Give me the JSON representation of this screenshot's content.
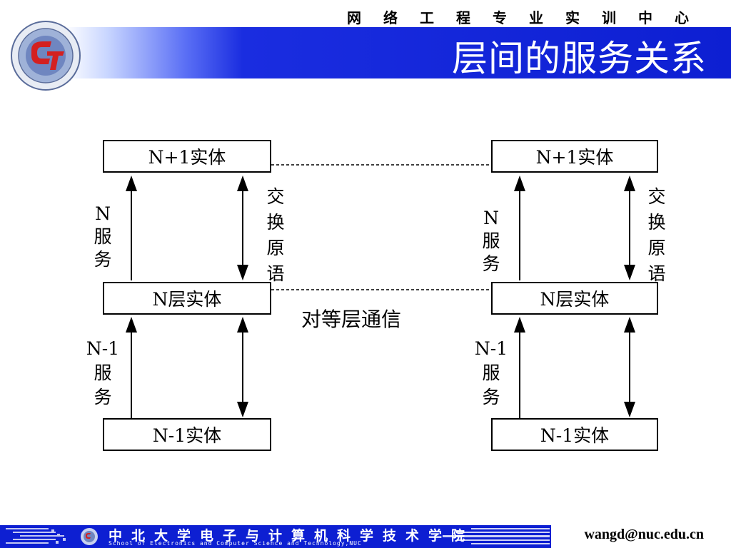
{
  "header": {
    "center_name": "网络工程专业实训中心",
    "title": "层间的服务关系"
  },
  "diagram": {
    "left": {
      "top_entity": "N+1实体",
      "mid_entity": "N层实体",
      "bottom_entity": "N-1实体",
      "n_service": [
        "N",
        "服",
        "务"
      ],
      "n1_service": [
        "N-1",
        "服",
        "务"
      ],
      "exchange_primitive": [
        "交",
        "换",
        "原",
        "语"
      ]
    },
    "right": {
      "top_entity": "N+1实体",
      "mid_entity": "N层实体",
      "bottom_entity": "N-1实体",
      "n_service": [
        "N",
        "服",
        "务"
      ],
      "n1_service": [
        "N-1",
        "服",
        "务"
      ],
      "exchange_primitive": [
        "交",
        "换",
        "原",
        "语"
      ]
    },
    "peer_label": "对等层通信"
  },
  "footer": {
    "school_cn": "中北大学电子与计算机科学技术学院",
    "school_en": "School of Electronics and Computer Science and Technology,NUC",
    "email": "wangd@nuc.edu.cn"
  },
  "colors": {
    "brand_blue": "#0d1fd2",
    "logo_red": "#d42020"
  }
}
